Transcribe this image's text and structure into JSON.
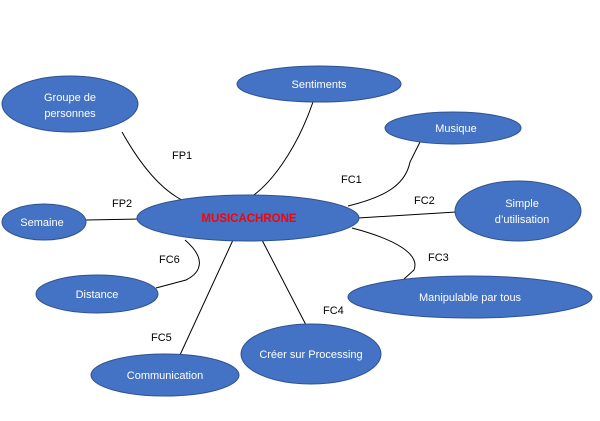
{
  "center": {
    "label": "MUSICACHRONE"
  },
  "nodes": {
    "groupe": [
      "Groupe de",
      "personnes"
    ],
    "sentiments": "Sentiments",
    "musique": "Musique",
    "simple": [
      "Simple",
      "d’utilisation"
    ],
    "semaine": "Semaine",
    "distance": "Distance",
    "manipulable": "Manipulable par tous",
    "creer": "Créer sur Processing",
    "communication": "Communication"
  },
  "edges": {
    "fp1": "FP1",
    "fp2": "FP2",
    "fc1": "FC1",
    "fc2": "FC2",
    "fc3": "FC3",
    "fc4": "FC4",
    "fc5": "FC5",
    "fc6": "FC6"
  },
  "colors": {
    "node_fill": "#4472C4",
    "node_stroke": "#2F528F",
    "center_text": "#FF0000"
  }
}
